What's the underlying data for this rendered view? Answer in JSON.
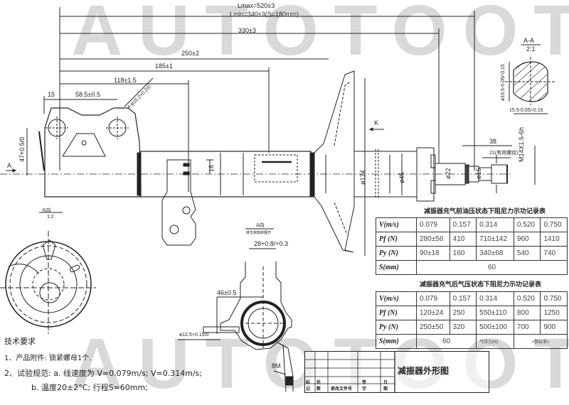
{
  "watermark": {
    "top": "AUTOTOOT",
    "bottom": "AUTOTOOT",
    "color": "#d9d9d9"
  },
  "dimensions": {
    "lmax": "Lmax=520±3",
    "lmin": "Lmin=340±3(S=180mm)",
    "d330": "330±3",
    "d250": "250±2",
    "d185": "185±1",
    "d118": "118±1.5",
    "d15": "15",
    "d58": "58.5±0.5",
    "holes": "4-ø15.2+0.2/0",
    "d47": "47+0.5/0",
    "d16": "16",
    "d174": "ø174",
    "d45": "ø45",
    "d22": "ø22",
    "d15_rod": "ø15",
    "d38": "38",
    "d21": "21(有效螺纹)",
    "thread": "M14X1.5-6h",
    "d28": "28+0.8/+0.3",
    "d46": "46±0.5",
    "d125": "ø12.5+0.15/0",
    "d8m": "8M",
    "marker_A": "A",
    "marker_K": "K"
  },
  "section_aa": {
    "label": "A-A",
    "scale": "2:1",
    "dia": "ø19.5-0.05/-0.15",
    "width": "15.5-0.05/-0.15"
  },
  "view_k": {
    "label": "K向",
    "scale": "1:2"
  },
  "view_a": {
    "label": "A向",
    "sub": "转支架旋转展开"
  },
  "table1": {
    "title": "减振器充气前油压状态下阻尼力示功记录表",
    "headers": [
      "V(m/s)",
      "0.079",
      "0.157",
      "0.314",
      "0.520",
      "0.750"
    ],
    "rows": [
      {
        "label": "Pf (N)",
        "values": [
          "280±56",
          "410",
          "710±142",
          "960",
          "1410"
        ]
      },
      {
        "label": "Py (N)",
        "values": [
          "90±18",
          "160",
          "340±68",
          "540",
          "740"
        ]
      }
    ],
    "stroke_label": "S(mm)",
    "stroke_value": "60"
  },
  "table2": {
    "title": "减振器充气后气压状态下阻尼力示功记录表",
    "headers": [
      "V(m/s)",
      "0.079",
      "0.157",
      "0.314",
      "0.520",
      "0.750"
    ],
    "rows": [
      {
        "label": "Pf (N)",
        "values": [
          "120±24",
          "250",
          "550±110",
          "800",
          "1250"
        ]
      },
      {
        "label": "Py (N)",
        "values": [
          "250±50",
          "320",
          "500±100",
          "700",
          "900"
        ]
      }
    ],
    "stroke_label": "S(mm)",
    "stroke_value": "60",
    "extra1": "气压力(N)",
    "extra2": "<数标准>"
  },
  "notes": {
    "title": "技术要求",
    "line1": "1、产品附件: 锁紧螺母1个.",
    "line2": "2、试验规范: a. 线速度为 V=0.079m/s; V=0.314m/s;",
    "line3": "b. 温度20±2°C; 行程S=60mm;"
  },
  "title_block": {
    "name": "减振器外形图",
    "columns": [
      "标记",
      "处数",
      "更改文件号",
      "签字",
      "日期"
    ]
  }
}
